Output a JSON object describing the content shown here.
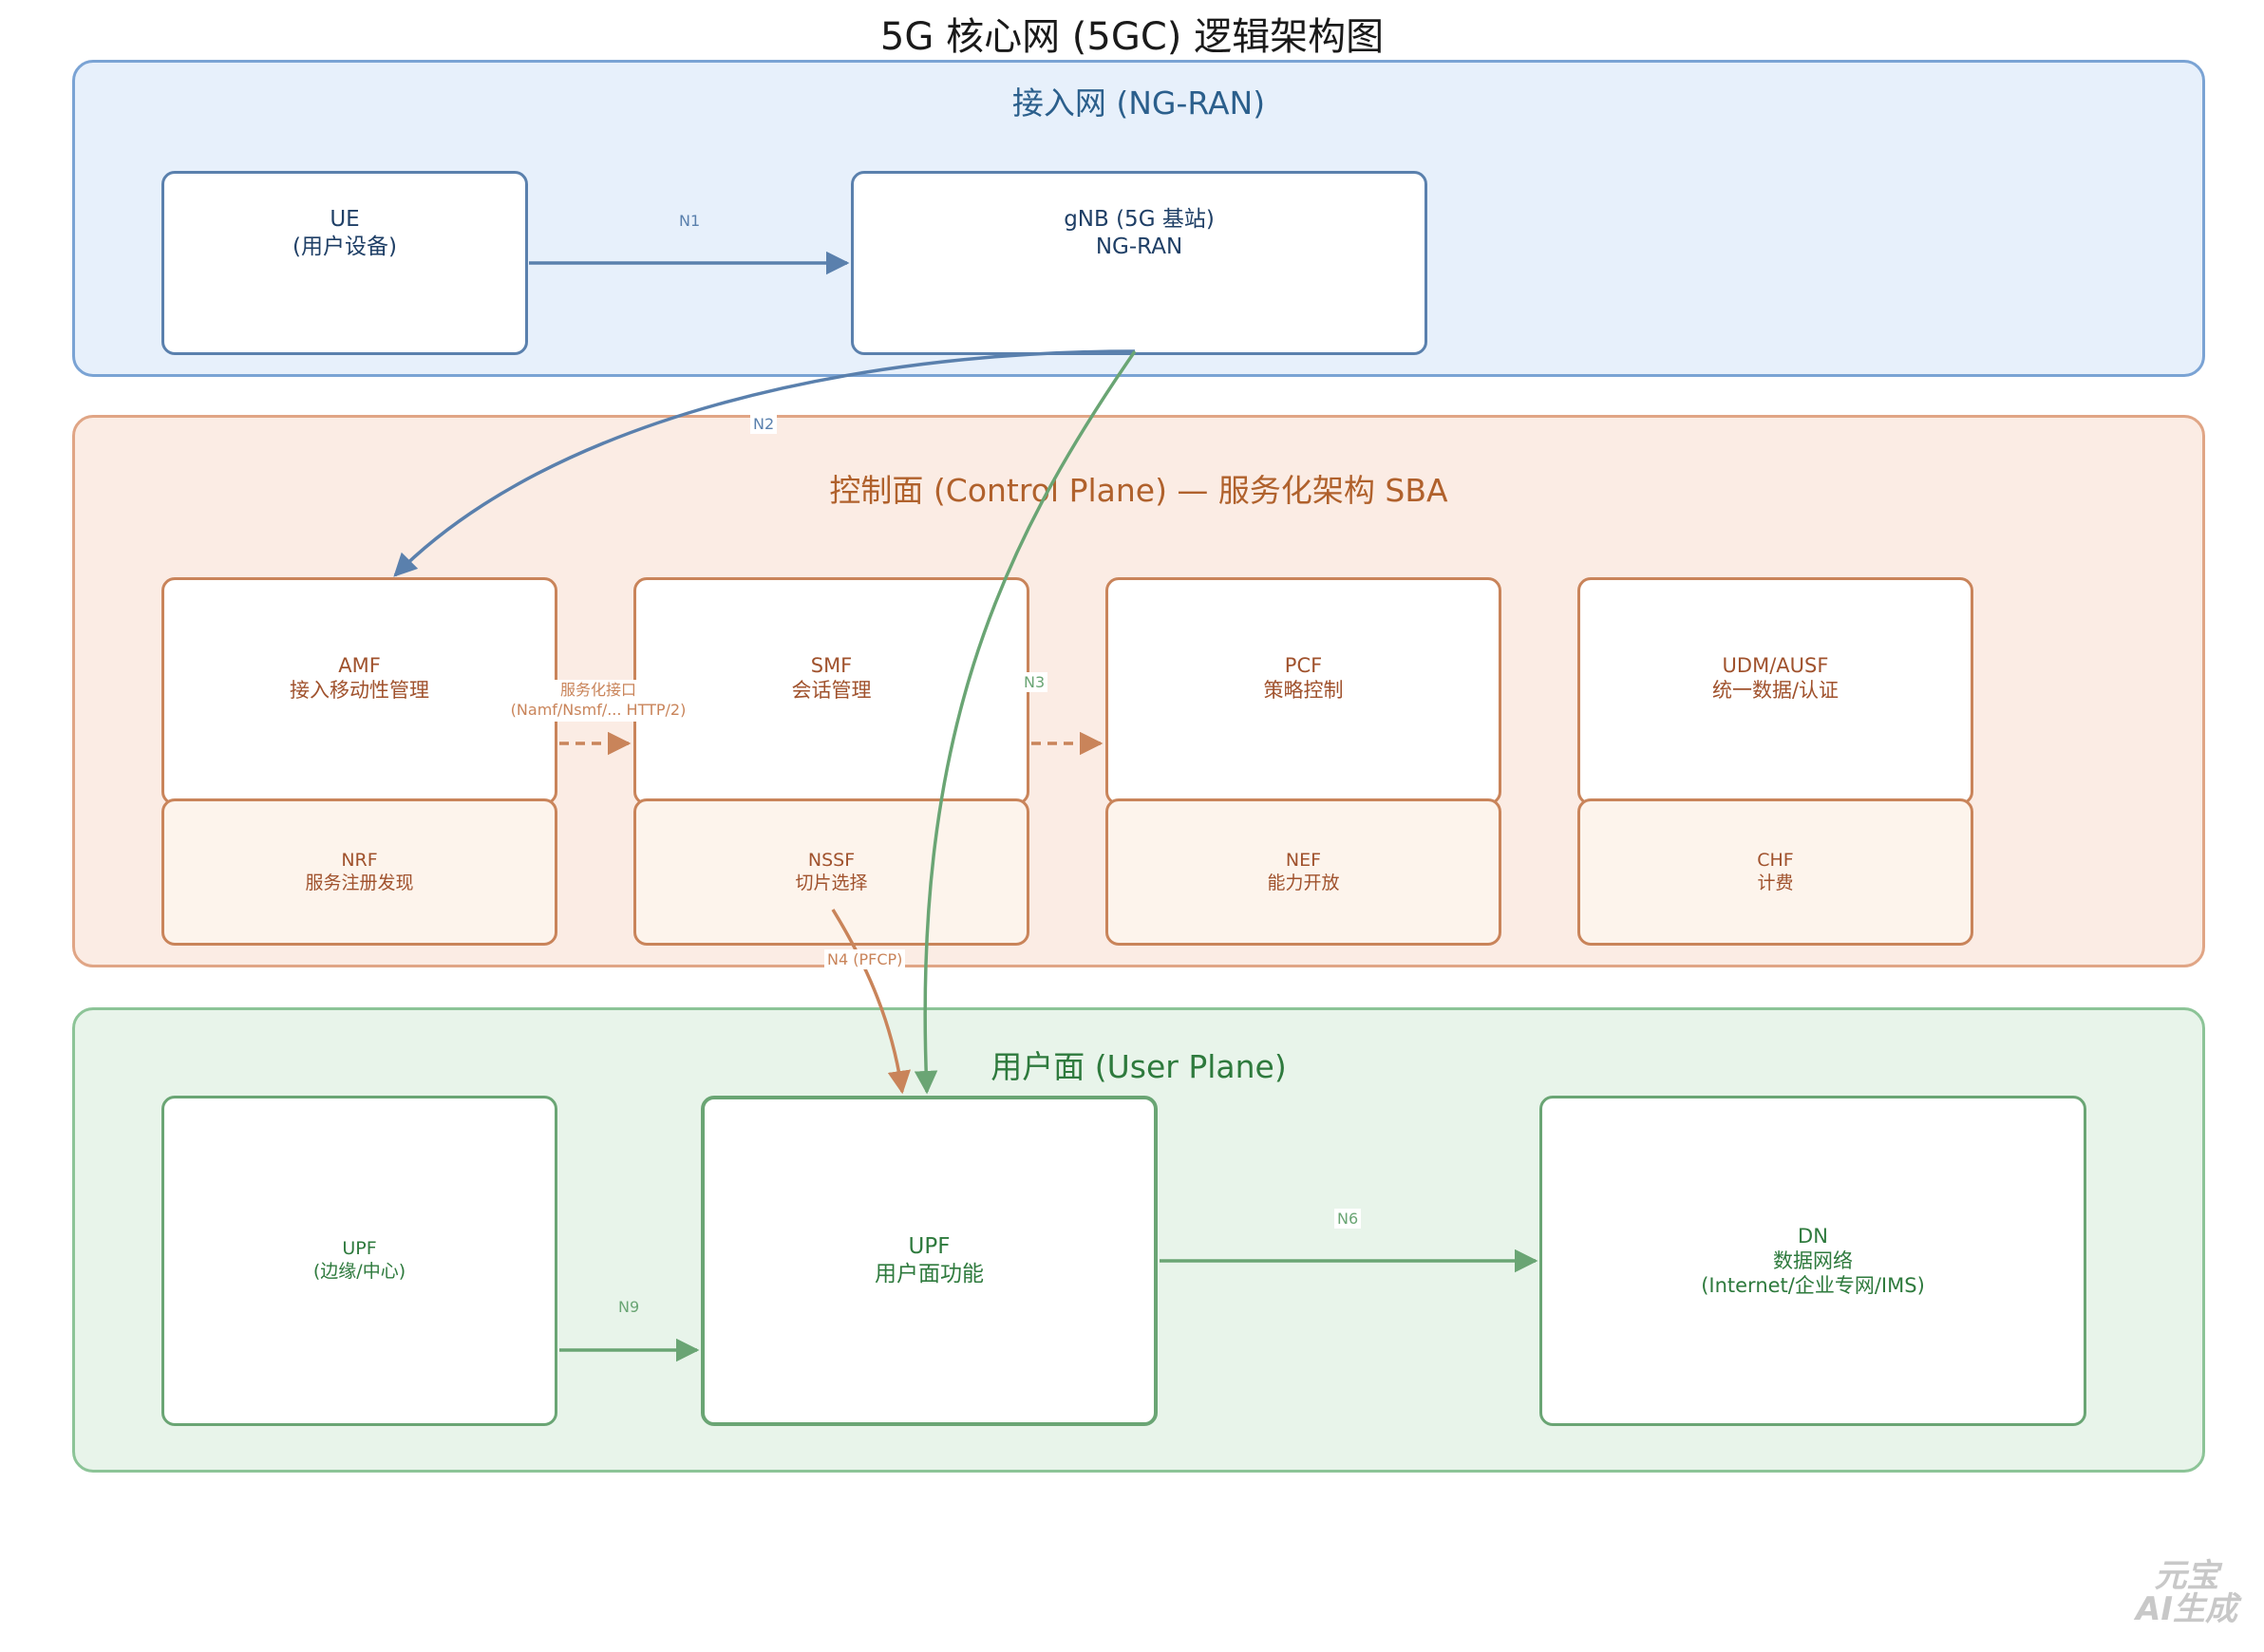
{
  "title": "5G 核心网 (5GC) 逻辑架构图",
  "zones": {
    "ran": {
      "title": "接入网 (NG-RAN)",
      "color": "#7aa3d4"
    },
    "control_plane": {
      "title": "控制面 (Control Plane) — 服务化架构 SBA",
      "color": "#e0a585"
    },
    "user_plane": {
      "title": "用户面 (User Plane)",
      "color": "#8cc497"
    }
  },
  "nodes": {
    "ue": [
      "UE",
      "(用户设备)"
    ],
    "gnb": [
      "gNB (5G 基站)",
      "NG-RAN"
    ],
    "amf": [
      "AMF",
      "接入移动性管理"
    ],
    "smf": [
      "SMF",
      "会话管理"
    ],
    "pcf": [
      "PCF",
      "策略控制"
    ],
    "udm": [
      "UDM/AUSF",
      "统一数据/认证"
    ],
    "nrf": [
      "NRF",
      "服务注册发现"
    ],
    "nssf": [
      "NSSF",
      "切片选择"
    ],
    "nef": [
      "NEF",
      "能力开放"
    ],
    "chf": [
      "CHF",
      "计费"
    ],
    "upf_edge": [
      "UPF",
      "(边缘/中心)"
    ],
    "upf_main": [
      "UPF",
      "用户面功能"
    ],
    "dn": [
      "DN",
      "数据网络",
      "(Internet/企业专网/IMS)"
    ]
  },
  "links": {
    "n1": "N1",
    "n2": "N2",
    "n3": "N3",
    "n4": "N4 (PFCP)",
    "n6": "N6",
    "n9": "N9",
    "sba": [
      "服务化接口",
      "(Namf/Nsmf/... HTTP/2)"
    ]
  },
  "colors": {
    "ran": "#5a80ad",
    "control": "#c9845a",
    "user": "#6aa574"
  },
  "watermark": [
    "元宝",
    "AI生成"
  ]
}
